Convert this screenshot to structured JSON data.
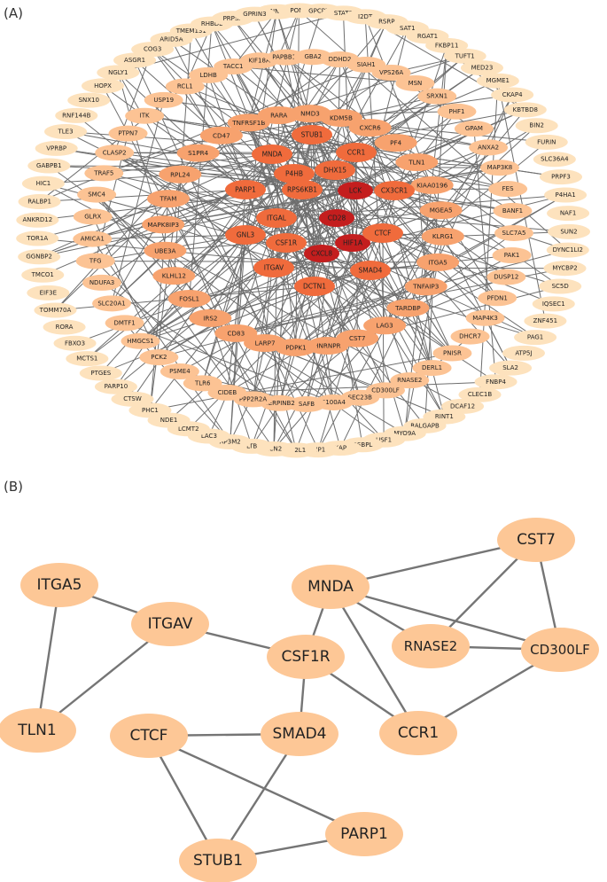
{
  "panel_a": {
    "label": "(A)",
    "colors": {
      "outer": "#fde2bd",
      "ring": "#fcc394",
      "inner": "#f7a26e",
      "hub": "#f06b3c",
      "core": "#c41e1e"
    },
    "outer_ring": [
      "NNT",
      "POMT",
      "GPCPD1",
      "STAT8",
      "I2DT",
      "RSRP",
      "SAT1",
      "RGAT1",
      "FKBP11",
      "TUFT1",
      "MED23",
      "MGME1",
      "CKAP4",
      "KBTBD8",
      "BIN2",
      "FURIN",
      "SLC36A4",
      "PRPF3",
      "P4HA1",
      "NAF1",
      "SUN2",
      "DYNC1LI2",
      "MYCBP2",
      "SC5D",
      "IQSEC1",
      "ZNF451",
      "PAG1",
      "ATP5J",
      "SLA2",
      "FNBP4",
      "CLEC1B",
      "DCAF12",
      "RINT1",
      "RALGAPB",
      "MYO9A",
      "USF1",
      "OSBPL",
      "XAP",
      "NIP1",
      "DF2L1",
      "LCN2",
      "LTB",
      "AP3M2",
      "LAC3",
      "LCMT2",
      "NDE1",
      "PHC1",
      "CTSW",
      "PARP10",
      "PTGES",
      "MCTS1",
      "FBXO3",
      "RORA",
      "TOMM70A",
      "EIF3E",
      "TMCO1",
      "GGNBP2",
      "TOR1A",
      "ANKRD12",
      "RALBP1",
      "HIC1",
      "GABPB1",
      "VPRBP",
      "TLE3",
      "RNF144B",
      "SNX10",
      "HOPX",
      "NGLY1",
      "ASGR1",
      "COG3",
      "ARID5A",
      "TMEM131",
      "RHBDL",
      "PRPSA",
      "GPRIN3"
    ],
    "middle_ring": [
      "KIF18A",
      "PAPBB1F",
      "GBA2",
      "DDHD2",
      "SIAH1",
      "VPS26A",
      "MSN",
      "SRXN1",
      "PHF1",
      "GPAM",
      "ANXA2",
      "MAP3K8",
      "FES",
      "BANF1",
      "SLC7A5",
      "PAK1",
      "DUSP12",
      "PFDN1",
      "MAP4K3",
      "DHCR7",
      "PNISR",
      "DERL1",
      "RNASE2",
      "CD300LF",
      "SEC23B",
      "S100A4",
      "SAFB",
      "SERPINB2",
      "PPP2R2A",
      "CIDEB",
      "TLR6",
      "PSME4",
      "PCK2",
      "HMGCS1",
      "DMTF1",
      "SLC20A1",
      "NDUFA3",
      "TFG",
      "AMICA1",
      "GLRX",
      "SMC4",
      "TRAF5",
      "CLASP2",
      "PTPN7",
      "ITK",
      "USP19",
      "RCL1",
      "LDHB",
      "TACC1"
    ],
    "inner_ring": [
      "NMD3",
      "KDM5B",
      "CXCR6",
      "PF4",
      "TLN1",
      "KIAA0196",
      "MGEA5",
      "KLRG1",
      "ITGA5",
      "TNFAIP3",
      "TARDBP",
      "LAG3",
      "CST7",
      "HNRNPR",
      "PDPK1",
      "LARP7",
      "CD83",
      "IRS2",
      "FOSL1",
      "KLHL12",
      "UBE3A",
      "MAPK8IP3",
      "TFAM",
      "RPL24",
      "S1PR4",
      "CD47",
      "TNFRSF1B",
      "RARA"
    ],
    "hubs": [
      "STUB1",
      "CCR1",
      "MNDA",
      "P4HB",
      "DHX15",
      "RPS6KB1",
      "LCK",
      "CX3CR1",
      "PARP1",
      "ITGAL",
      "CD28",
      "GNL3",
      "CSF1R",
      "HIF1A",
      "CTCF",
      "ITGAV",
      "CXCL8",
      "SMAD4",
      "DCTN1"
    ],
    "core": [
      "CD28",
      "HIF1A",
      "CXCL8",
      "LCK"
    ]
  },
  "panel_b": {
    "label": "(B)",
    "node_color": "#fdc796",
    "nodes": [
      "MNDA",
      "CST7",
      "ITGA5",
      "ITGAV",
      "CSF1R",
      "RNASE2",
      "CD300LF",
      "TLN1",
      "SMAD4",
      "CCR1",
      "CTCF",
      "STUB1",
      "PARP1"
    ],
    "edges": [
      [
        "MNDA",
        "CST7"
      ],
      [
        "MNDA",
        "RNASE2"
      ],
      [
        "MNDA",
        "CD300LF"
      ],
      [
        "MNDA",
        "CCR1"
      ],
      [
        "MNDA",
        "CSF1R"
      ],
      [
        "CST7",
        "RNASE2"
      ],
      [
        "CST7",
        "CD300LF"
      ],
      [
        "RNASE2",
        "CD300LF"
      ],
      [
        "CD300LF",
        "CCR1"
      ],
      [
        "ITGA5",
        "ITGAV"
      ],
      [
        "ITGA5",
        "TLN1"
      ],
      [
        "ITGAV",
        "TLN1"
      ],
      [
        "ITGAV",
        "CSF1R"
      ],
      [
        "CSF1R",
        "SMAD4"
      ],
      [
        "CSF1R",
        "CCR1"
      ],
      [
        "SMAD4",
        "CTCF"
      ],
      [
        "SMAD4",
        "STUB1"
      ],
      [
        "CTCF",
        "STUB1"
      ],
      [
        "CTCF",
        "PARP1"
      ],
      [
        "STUB1",
        "PARP1"
      ]
    ]
  }
}
